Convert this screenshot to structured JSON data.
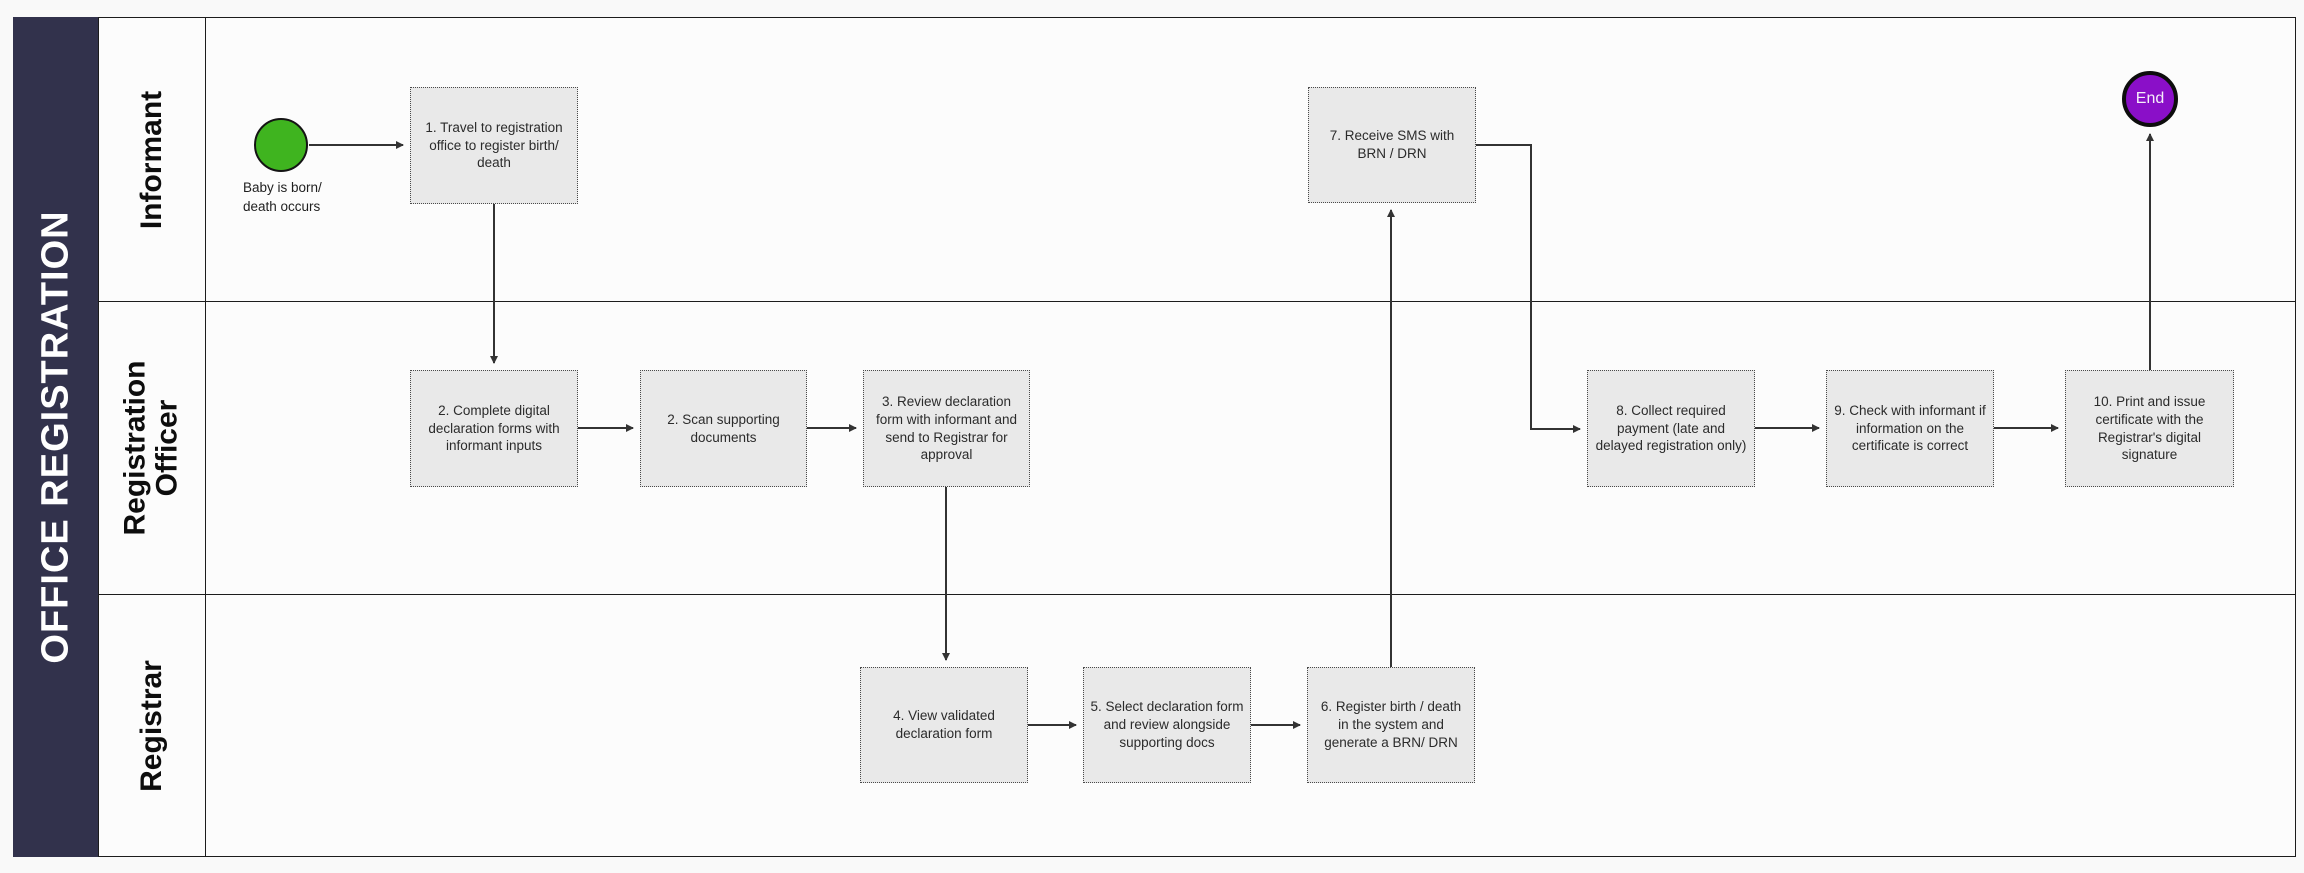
{
  "diagram": {
    "title": "OFFICE REGISTRATION",
    "lanes": [
      {
        "label": "Informant"
      },
      {
        "label": "Registration Officer"
      },
      {
        "label": "Registrar"
      }
    ],
    "events": {
      "start": {
        "label": "Baby is born/\ndeath occurs",
        "color": "#3fb41f"
      },
      "end": {
        "label": "End",
        "color": "#8a0fc8"
      }
    },
    "nodes": [
      {
        "id": "1",
        "lane": "Informant",
        "label": "1. Travel to registration office to register birth/ death"
      },
      {
        "id": "2",
        "lane": "Registration Officer",
        "label": "2. Complete digital declaration forms with informant inputs"
      },
      {
        "id": "2b",
        "lane": "Registration Officer",
        "label": "2. Scan supporting documents"
      },
      {
        "id": "3",
        "lane": "Registration Officer",
        "label": "3. Review declaration form with informant and send to Registrar for approval"
      },
      {
        "id": "4",
        "lane": "Registrar",
        "label": "4. View validated declaration form"
      },
      {
        "id": "5",
        "lane": "Registrar",
        "label": "5. Select declaration form and review alongside supporting docs"
      },
      {
        "id": "6",
        "lane": "Registrar",
        "label": "6. Register birth / death in the system and generate a BRN/ DRN"
      },
      {
        "id": "7",
        "lane": "Informant",
        "label": "7. Receive SMS with BRN / DRN"
      },
      {
        "id": "8",
        "lane": "Registration Officer",
        "label": "8. Collect required payment (late and delayed registration only)"
      },
      {
        "id": "9",
        "lane": "Registration Officer",
        "label": "9. Check with informant if information on the certificate is correct"
      },
      {
        "id": "10",
        "lane": "Registration Officer",
        "label": "10. Print and issue certificate with the Registrar's digital signature"
      }
    ],
    "edges": [
      {
        "from": "start",
        "to": "1"
      },
      {
        "from": "1",
        "to": "2"
      },
      {
        "from": "2",
        "to": "2b"
      },
      {
        "from": "2b",
        "to": "3"
      },
      {
        "from": "3",
        "to": "4"
      },
      {
        "from": "4",
        "to": "5"
      },
      {
        "from": "5",
        "to": "6"
      },
      {
        "from": "6",
        "to": "7"
      },
      {
        "from": "7",
        "to": "8"
      },
      {
        "from": "8",
        "to": "9"
      },
      {
        "from": "9",
        "to": "10"
      },
      {
        "from": "10",
        "to": "end"
      }
    ],
    "colors": {
      "title_bar": "#32324c",
      "task_fill": "#e9e9e9",
      "connector": "#333333",
      "lane_background": "#fcfcfc"
    }
  }
}
